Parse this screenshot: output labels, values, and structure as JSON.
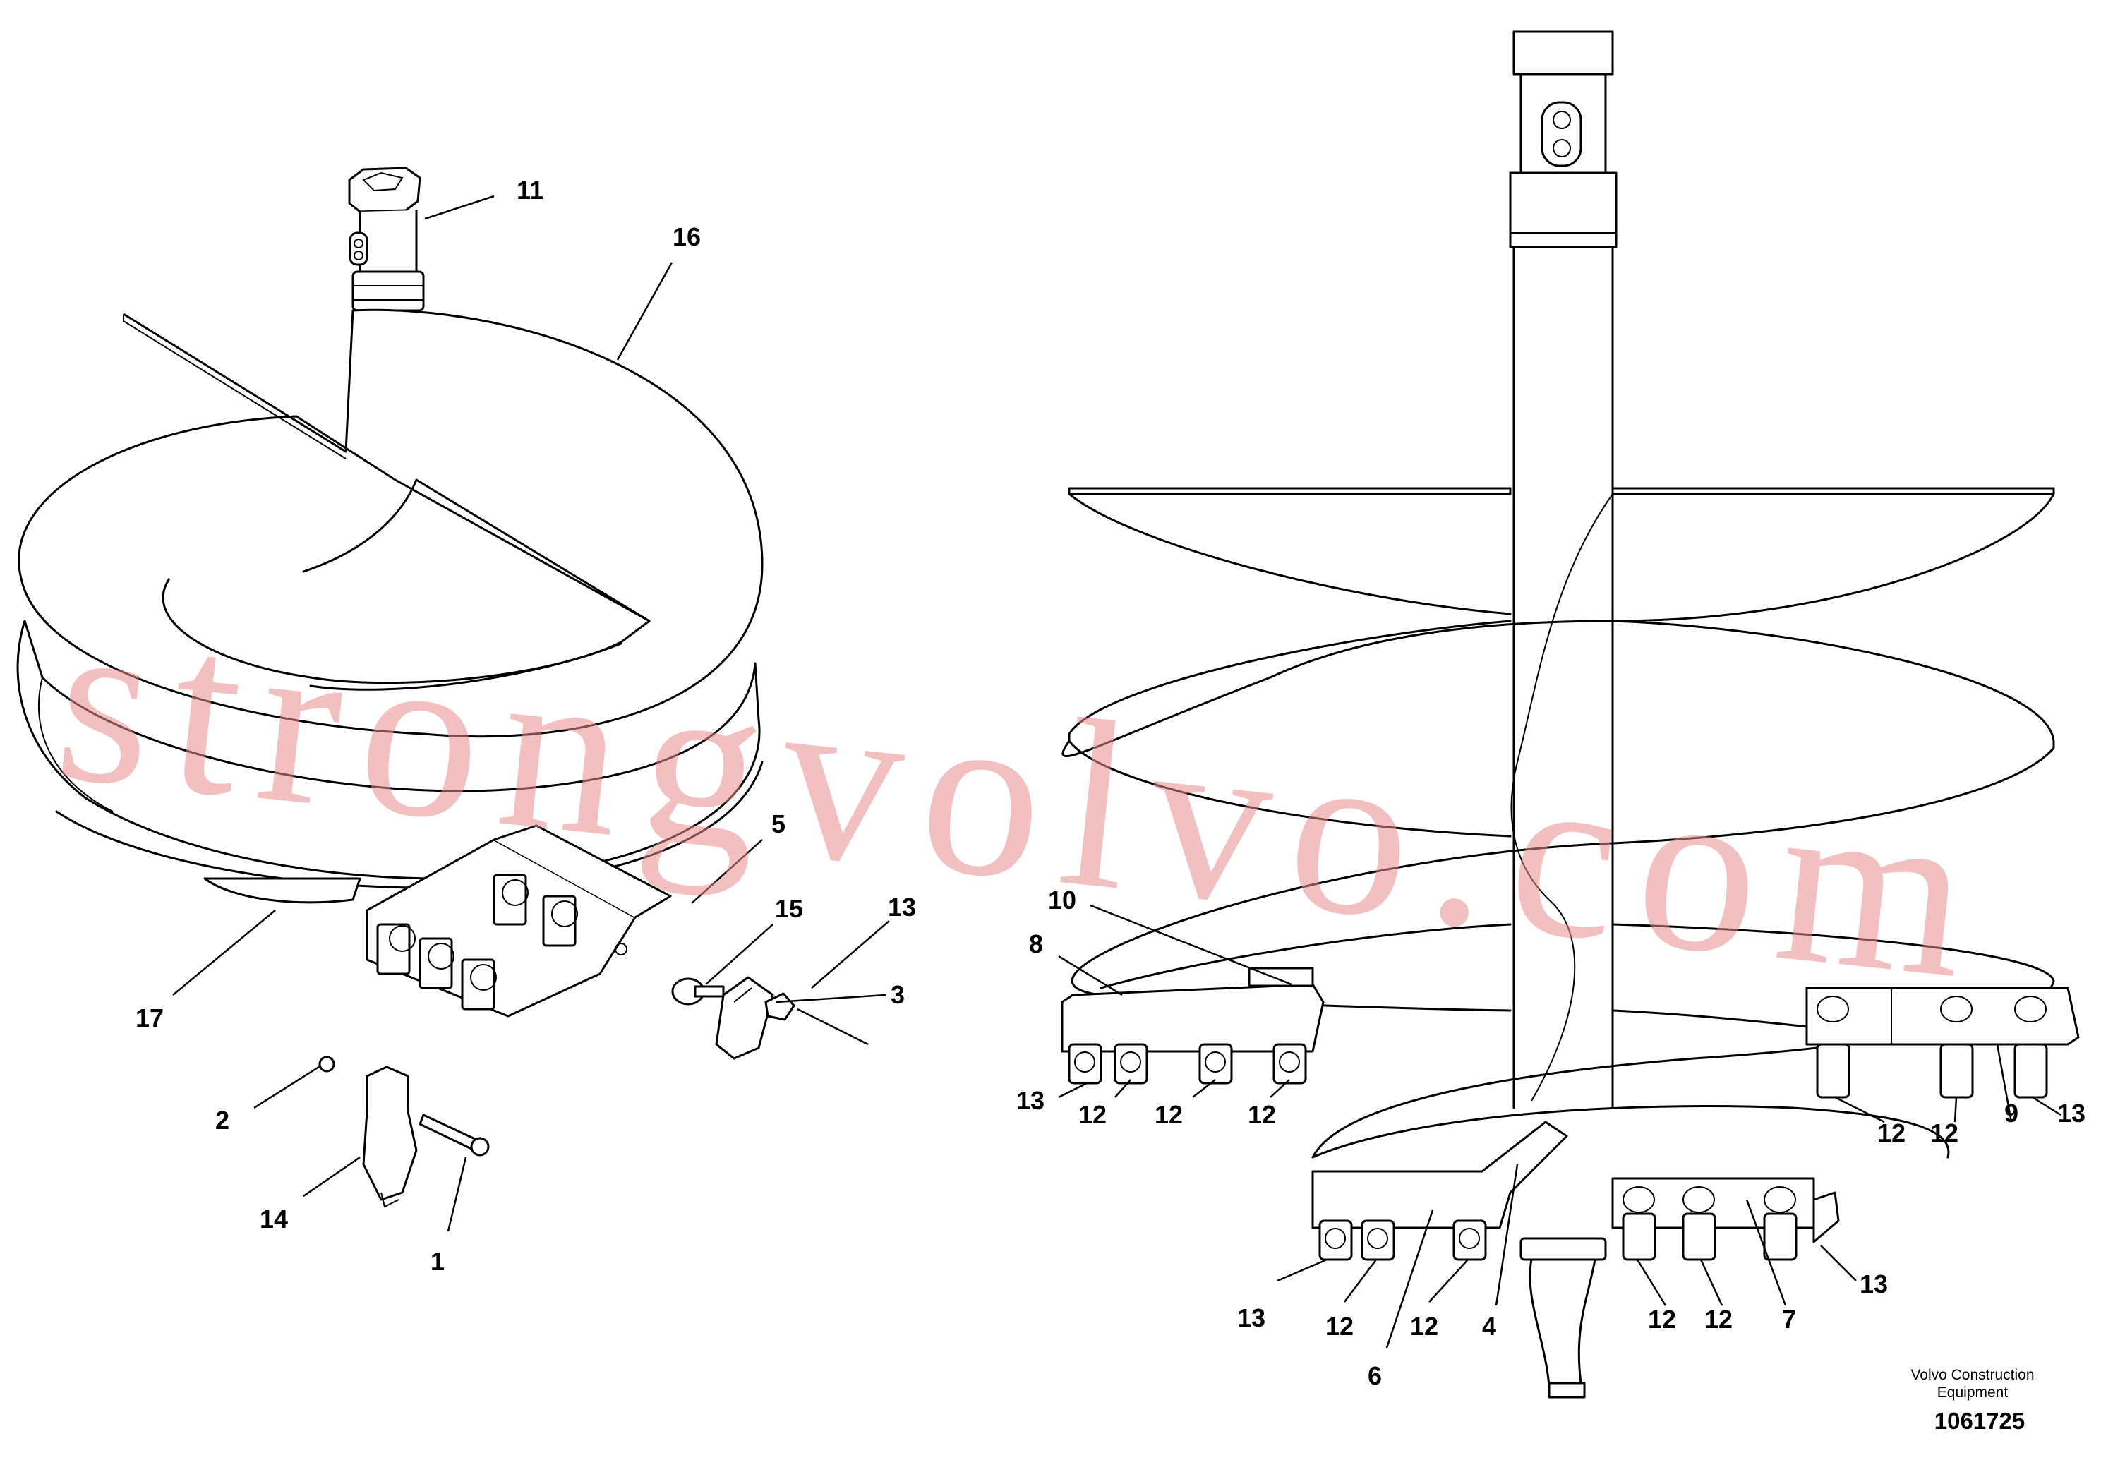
{
  "callouts": [
    {
      "id": "c11a",
      "text": "11"
    },
    {
      "id": "c16",
      "text": "16"
    },
    {
      "id": "c5",
      "text": "5"
    },
    {
      "id": "c15",
      "text": "15"
    },
    {
      "id": "c13a",
      "text": "13"
    },
    {
      "id": "c3",
      "text": "3"
    },
    {
      "id": "c17",
      "text": "17"
    },
    {
      "id": "c2",
      "text": "2"
    },
    {
      "id": "c14",
      "text": "14"
    },
    {
      "id": "c1",
      "text": "1"
    },
    {
      "id": "c10",
      "text": "10"
    },
    {
      "id": "c8",
      "text": "8"
    },
    {
      "id": "c13b",
      "text": "13"
    },
    {
      "id": "c12a",
      "text": "12"
    },
    {
      "id": "c12b",
      "text": "12"
    },
    {
      "id": "c12c",
      "text": "12"
    },
    {
      "id": "c12d",
      "text": "12"
    },
    {
      "id": "c12e",
      "text": "12"
    },
    {
      "id": "c9",
      "text": "9"
    },
    {
      "id": "c13c",
      "text": "13"
    },
    {
      "id": "c13d",
      "text": "13"
    },
    {
      "id": "c12f",
      "text": "12"
    },
    {
      "id": "c12g",
      "text": "12"
    },
    {
      "id": "c4",
      "text": "4"
    },
    {
      "id": "c12h",
      "text": "12"
    },
    {
      "id": "c12i",
      "text": "12"
    },
    {
      "id": "c7",
      "text": "7"
    },
    {
      "id": "c13e",
      "text": "13"
    },
    {
      "id": "c6",
      "text": "6"
    }
  ],
  "caption": {
    "line1": "Volvo Construction",
    "line2": "Equipment"
  },
  "document_number": "1061725",
  "watermark": "strongvolvo.com"
}
